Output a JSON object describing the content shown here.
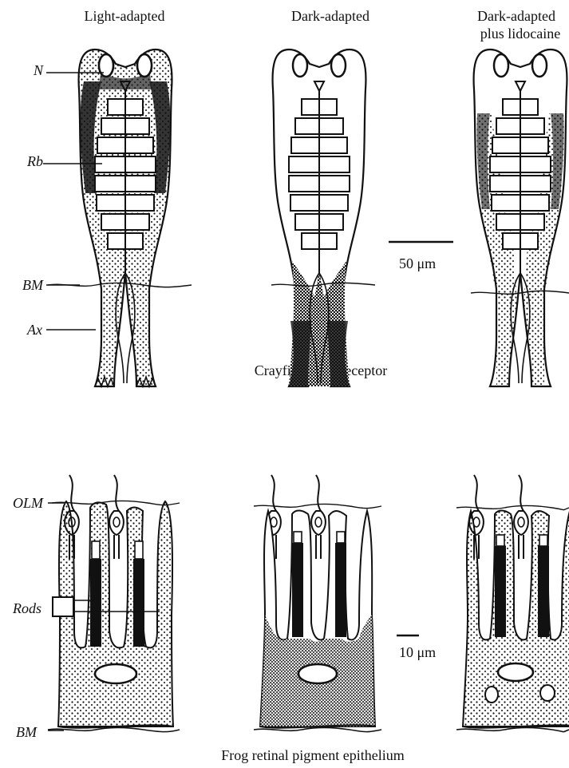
{
  "columns": {
    "light": "Light-adapted",
    "dark": "Dark-adapted",
    "lido_line1": "Dark-adapted",
    "lido_line2": "plus lidocaine"
  },
  "crayfish": {
    "labels": {
      "n": "N",
      "rb": "Rb",
      "bm": "BM",
      "ax": "Ax"
    },
    "scale": "50 μm",
    "caption": "Crayfish photoreceptor"
  },
  "frog": {
    "labels": {
      "olm": "OLM",
      "rods": "Rods",
      "bm": "BM"
    },
    "scale": "10 μm",
    "caption": "Frog retinal pigment epithelium"
  }
}
